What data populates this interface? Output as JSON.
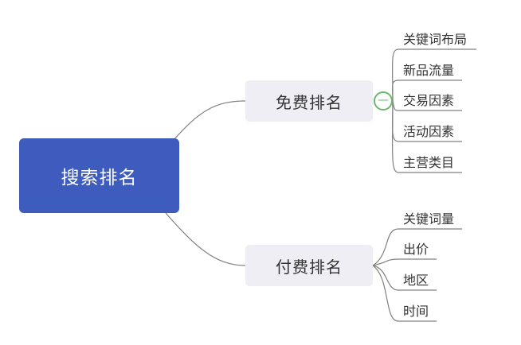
{
  "mindmap": {
    "root": "搜索排名",
    "branches": [
      {
        "label": "免费排名",
        "children": [
          "关键词布局",
          "新品流量",
          "交易因素",
          "活动因素",
          "主营类目"
        ]
      },
      {
        "label": "付费排名",
        "children": [
          "关键词量",
          "出价",
          "地区",
          "时间"
        ]
      }
    ],
    "collapse_symbol": "—"
  },
  "colors": {
    "root_fill": "#3e5cbd",
    "branch_fill": "#eeeef4",
    "line": "#808080",
    "collapse_ring": "#6bb86b"
  }
}
